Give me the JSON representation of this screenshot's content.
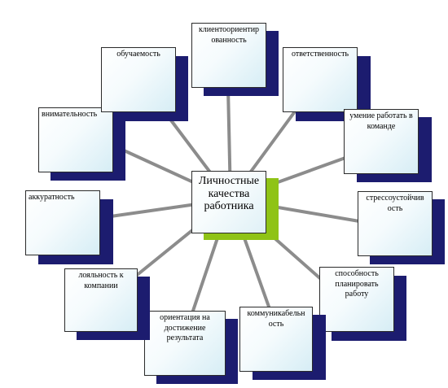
{
  "diagram": {
    "center": {
      "label": "Личностные качества работника"
    },
    "nodes": [
      {
        "id": "client",
        "label": "клиентоориентир ованность"
      },
      {
        "id": "responsibility",
        "label": "ответственность"
      },
      {
        "id": "teamwork",
        "label": "умение работать в команде"
      },
      {
        "id": "stress",
        "label": "стрессоустойчив ость"
      },
      {
        "id": "planning",
        "label": "способность планировать работу"
      },
      {
        "id": "communication",
        "label": "коммуникабельн ость"
      },
      {
        "id": "results",
        "label": "ориентация на достижение результата"
      },
      {
        "id": "loyalty",
        "label": "лояльность к компании"
      },
      {
        "id": "accuracy",
        "label": "аккуратность"
      },
      {
        "id": "attentiveness",
        "label": "внимательность"
      },
      {
        "id": "learnability",
        "label": "обучаемость"
      }
    ],
    "colors": {
      "connector": "#8c8c8c",
      "node_shadow": "#1c1c6f",
      "center_shadow": "#8fc316",
      "box_border": "#2b2b2b"
    }
  }
}
